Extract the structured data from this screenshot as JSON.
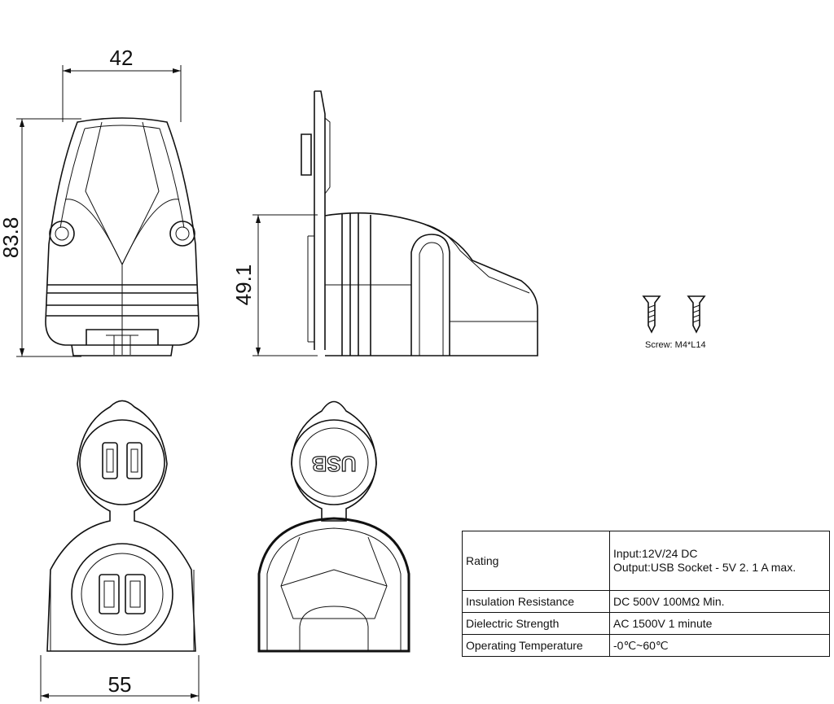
{
  "dimensions": {
    "front_width": "42",
    "front_height": "83.8",
    "side_height": "49.1",
    "bottom_width": "55"
  },
  "usb_cap_label": "USB",
  "screw": {
    "caption": "Screw: M4*L14"
  },
  "specs": [
    {
      "label": "Rating",
      "lines": [
        "Input:12V/24 DC",
        "Output:USB Socket -  5V 2. 1 A max."
      ]
    },
    {
      "label": "Insulation Resistance",
      "lines": [
        "DC 500V 100MΩ Min."
      ]
    },
    {
      "label": "Dielectric Strength",
      "lines": [
        "AC 1500V 1 minute"
      ]
    },
    {
      "label": "Operating Temperature",
      "lines": [
        "-0℃~60℃"
      ]
    }
  ]
}
